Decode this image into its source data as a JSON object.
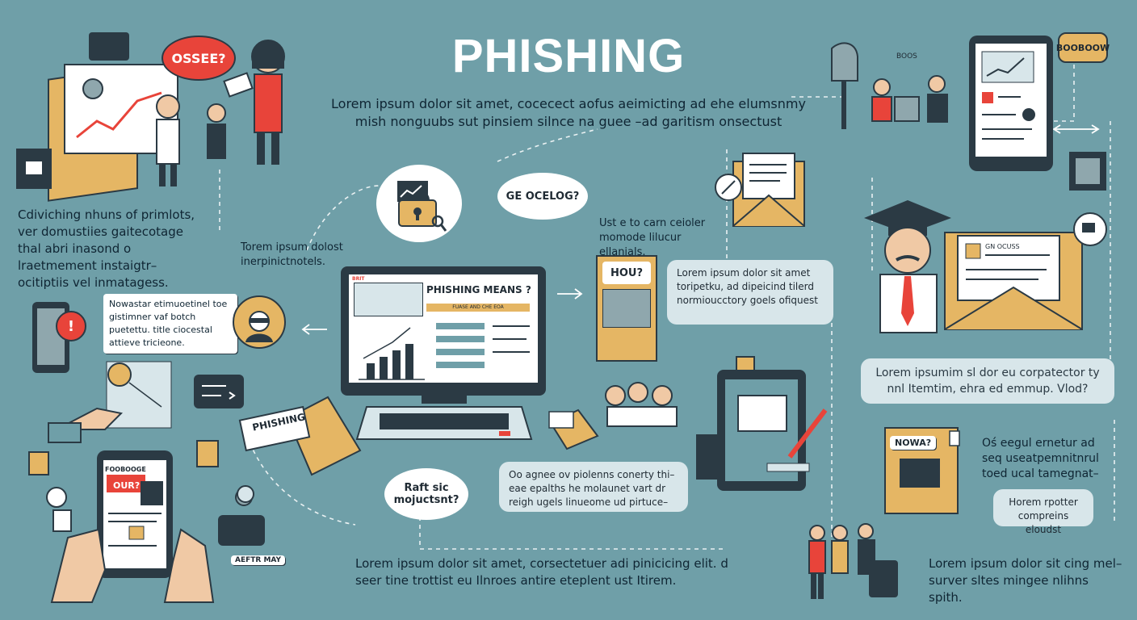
{
  "title": "PHISHING",
  "subtitle": "Lorem ipsum dolor sit amet, cocecect aofus aeimicting ad ehe elumsnmy mish nonguubs sut pinsiem silnce na guee –ad garitism onsectust",
  "bubbles": {
    "ossee": "OSSEE?",
    "ge_ocelog": "GE OCELOG?",
    "hou": "HOU?",
    "top_right_badge": "BOOBOOW",
    "raft": "Raft sic mojuctsnt?",
    "nowa": "NOWA?"
  },
  "texts": {
    "left_block": "Cdiviching nhuns of primlots, ver domustiies gaitecotage thal abri inasond o lraetmement instaigtr– ocitiptiis vel inmatagess.",
    "center_left_label": "Torem ipsum dolost inerpinictnotels.",
    "left_card": "Nowastar etimuoetinel toe gistimner vaf botch puetettu. title ciocestal attieve tricieone.",
    "mid_upper": "Ust e to carn ceioler momode lilucur ellanials.",
    "mid_right_card": "Lorem ipsum dolor sit amet toripetku, ad dipeicind tilerd normioucctory goels ofiquest",
    "right_highlight": "Lorem ipsumim sl dor eu corpatector ty nnl Itemtim, ehra ed emmup. Vlod?",
    "right_mid": "Oś eegul ernetur ad seq useatpemnitnrul toed ucal tamegnat–",
    "right_small_card": "Horem rpotter compreins eloudst",
    "center_card": "Oo agnee ov piolenns conerty thi– eae epalths he molaunet vart dr reigh ugels linueome ud pirtuce–",
    "bottom_center": "Lorem ipsum dolor sit amet, corsectetuer adi pinicicing elit. d seer tine trottist eu Ilnroes antire eteplent ust Itirem.",
    "bottom_right": "Lorem ipsum dolor sit cing mel– surver sltes mingee nlihns spith."
  },
  "screen": {
    "header": "PHISHING MEANS ?",
    "subheader": "FUASE AND CHE EOA",
    "menu_label": "BRIT"
  },
  "labels": {
    "phishing_card": "PHISHING",
    "phone_top": "FOOBOOGE",
    "phone_bar": "OUR?",
    "bag_tag": "AEFTR MAY",
    "tablet_headline": "BOOS",
    "letter_heading": "GN OCUSS"
  },
  "colors": {
    "background": "#6f9fa8",
    "accent_red": "#e8443a",
    "accent_gold": "#e5b664",
    "ink": "#2b3a44"
  }
}
